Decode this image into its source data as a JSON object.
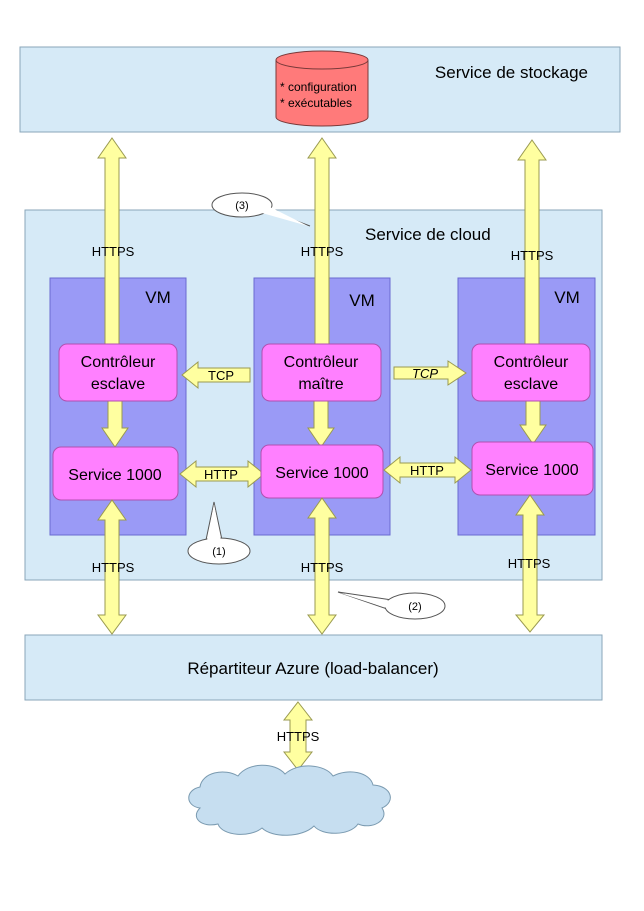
{
  "storage": {
    "title": "Service de stockage",
    "db_line1": "* configuration",
    "db_line2": "* exécutables"
  },
  "cloud": {
    "title": "Service de cloud"
  },
  "vms": [
    {
      "title": "VM",
      "controller_line1": "Contrôleur",
      "controller_line2": "esclave",
      "service": "Service 1000",
      "https_top": "HTTPS",
      "https_bottom": "HTTPS"
    },
    {
      "title": "VM",
      "controller_line1": "Contrôleur",
      "controller_line2": "maître",
      "service": "Service 1000",
      "https_top": "HTTPS",
      "https_bottom": "HTTPS"
    },
    {
      "title": "VM",
      "controller_line1": "Contrôleur",
      "controller_line2": "esclave",
      "service": "Service 1000",
      "https_top": "HTTPS",
      "https_bottom": "HTTPS"
    }
  ],
  "links": {
    "tcp_left": "TCP",
    "tcp_right": "TCP",
    "http_left": "HTTP",
    "http_right": "HTTP",
    "https_internet": "HTTPS"
  },
  "callouts": {
    "c1": "(1)",
    "c2": "(2)",
    "c3": "(3)"
  },
  "load_balancer": {
    "label": "Répartiteur Azure (load-balancer)"
  },
  "colors": {
    "panel": "#d6eaf7",
    "vm": "#9a9af6",
    "component": "#ff80ff",
    "database": "#ff7a7a",
    "arrow": "#ffffa0",
    "cloud": "#c6def0"
  }
}
